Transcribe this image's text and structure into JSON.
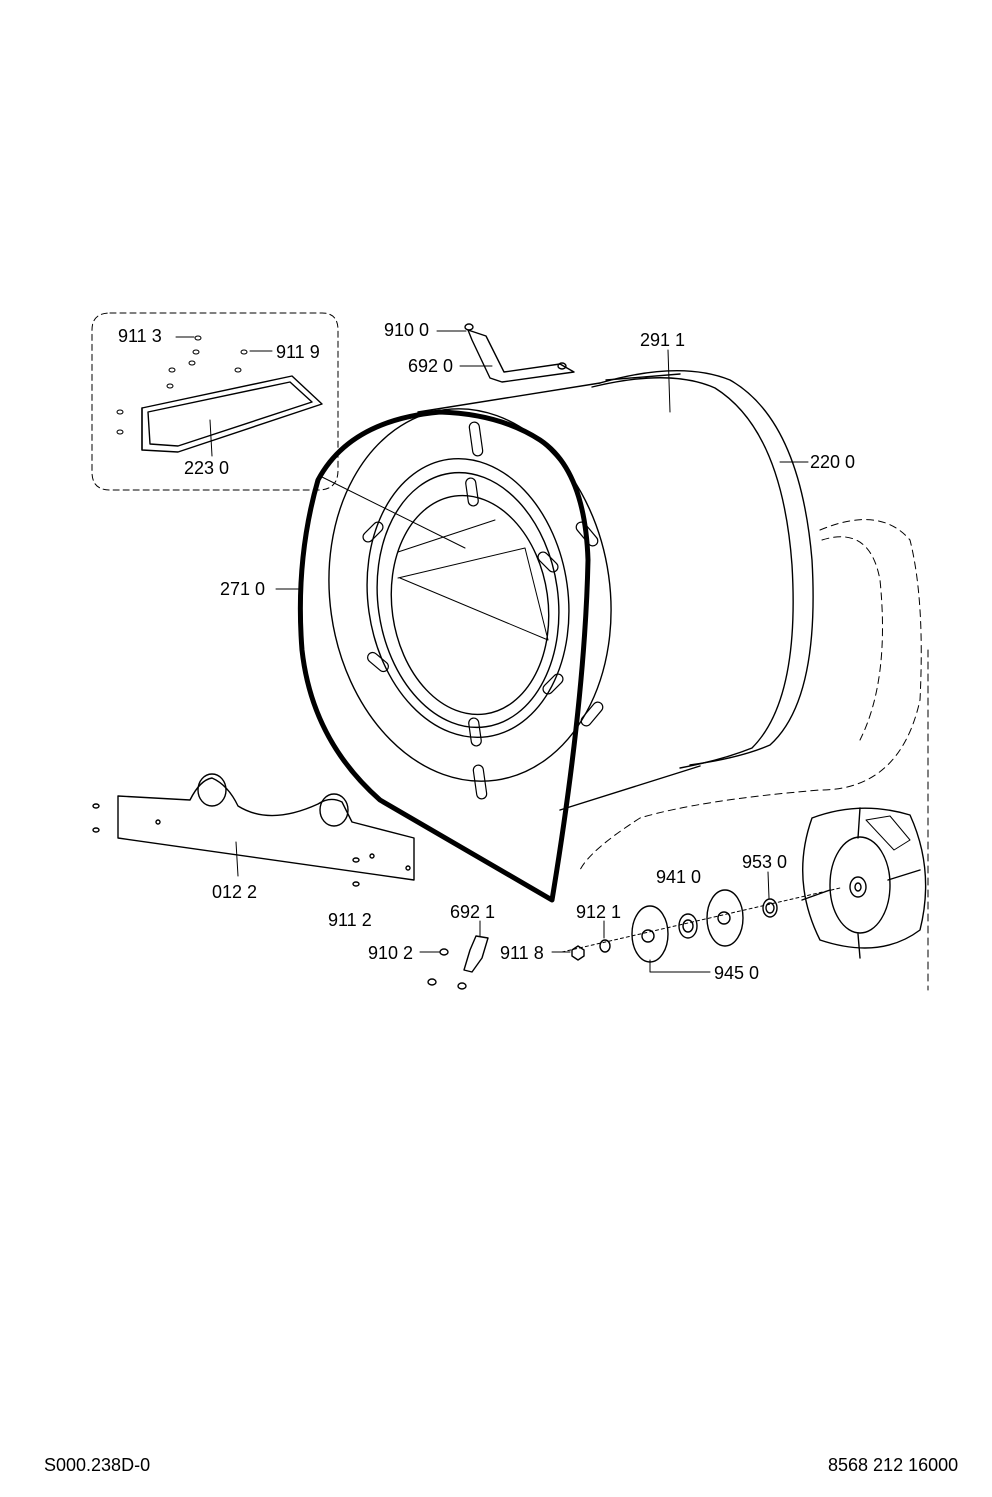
{
  "labels": {
    "l9113": "911 3",
    "l9119": "911 9",
    "l2230": "223 0",
    "l9100": "910 0",
    "l6920": "692 0",
    "l2911": "291 1",
    "l2200": "220 0",
    "l2710": "271 0",
    "l0122": "012 2",
    "l9112": "911 2",
    "l6921": "692 1",
    "l9102": "910 2",
    "l9118": "911 8",
    "l9121": "912 1",
    "l9410": "941 0",
    "l9530": "953 0",
    "l9450": "945 0"
  },
  "footer": {
    "left_code": "S000.238D-0",
    "right_code": "8568 212 16000"
  }
}
